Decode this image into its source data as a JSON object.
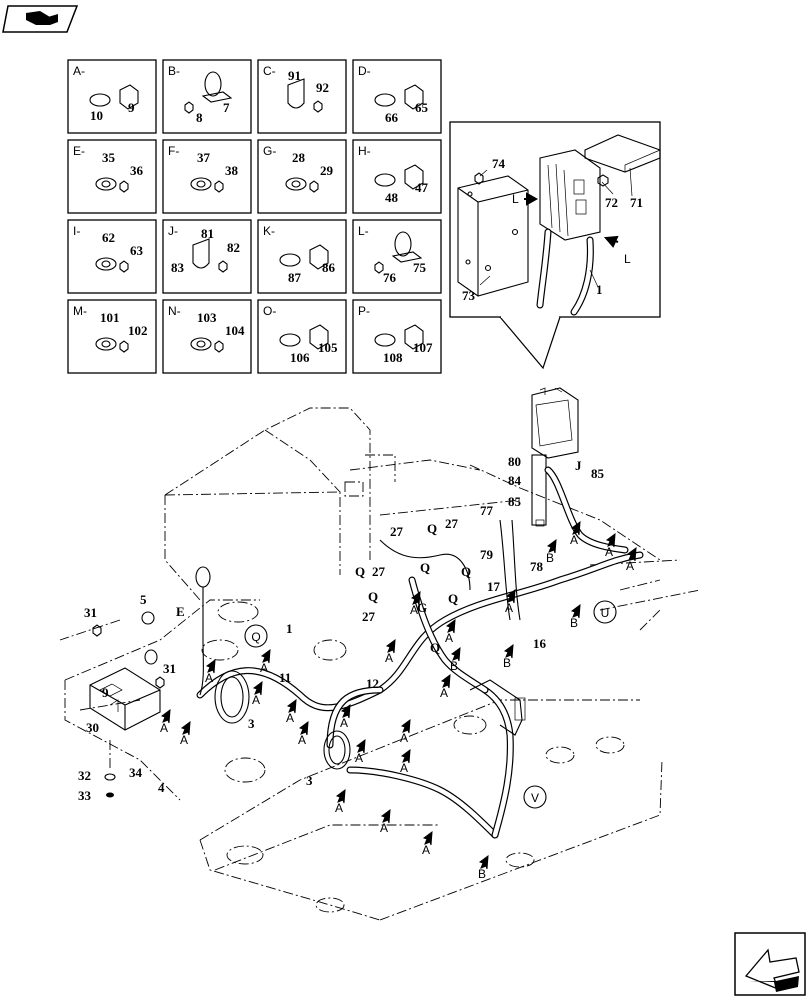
{
  "detail_boxes": [
    {
      "id": "A",
      "title": "A-",
      "parts": [
        "9",
        "10"
      ]
    },
    {
      "id": "B",
      "title": "B-",
      "parts": [
        "7",
        "8"
      ]
    },
    {
      "id": "C",
      "title": "C-",
      "parts": [
        "91",
        "92"
      ]
    },
    {
      "id": "D",
      "title": "D-",
      "parts": [
        "65",
        "66"
      ]
    },
    {
      "id": "E",
      "title": "E-",
      "parts": [
        "35",
        "36"
      ]
    },
    {
      "id": "F",
      "title": "F-",
      "parts": [
        "37",
        "38"
      ]
    },
    {
      "id": "G",
      "title": "G-",
      "parts": [
        "28",
        "29"
      ]
    },
    {
      "id": "H",
      "title": "H-",
      "parts": [
        "47",
        "48"
      ]
    },
    {
      "id": "I",
      "title": "I-",
      "parts": [
        "62",
        "63"
      ]
    },
    {
      "id": "J",
      "title": "J-",
      "parts": [
        "81",
        "82",
        "83"
      ]
    },
    {
      "id": "K",
      "title": "K-",
      "parts": [
        "86",
        "87"
      ]
    },
    {
      "id": "L",
      "title": "L-",
      "parts": [
        "75",
        "76"
      ]
    },
    {
      "id": "M",
      "title": "M-",
      "parts": [
        "101",
        "102"
      ]
    },
    {
      "id": "N",
      "title": "N-",
      "parts": [
        "103",
        "104"
      ]
    },
    {
      "id": "O",
      "title": "O-",
      "parts": [
        "105",
        "106"
      ]
    },
    {
      "id": "P",
      "title": "P-",
      "parts": [
        "107",
        "108"
      ]
    }
  ],
  "inset": {
    "callouts": [
      "74",
      "72",
      "71",
      "73",
      "1"
    ],
    "arrows": [
      "L",
      "L"
    ]
  },
  "callouts": [
    "80",
    "84",
    "85",
    "J",
    "77",
    "85",
    "27",
    "27",
    "27",
    "Q",
    "Q",
    "Q",
    "Q",
    "Q",
    "Q",
    "Q",
    "79",
    "78",
    "17",
    "16",
    "27",
    "G",
    "31",
    "5",
    "E",
    "1",
    "T",
    "11",
    "12",
    "31",
    "30",
    "9",
    "3",
    "32",
    "34",
    "33",
    "4",
    "3",
    "U",
    "V"
  ],
  "connectors": {
    "clamp_letters": [
      "A",
      "B"
    ]
  },
  "icons": {
    "top_left": "book-open-icon",
    "bottom_right": "previous-page-arrow-icon"
  }
}
